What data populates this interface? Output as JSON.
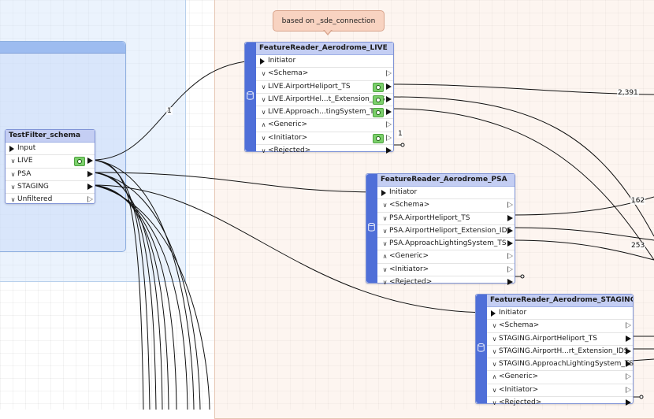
{
  "annotation": {
    "text": "based on _sde_connection"
  },
  "testfilter": {
    "title": "TestFilter_schema",
    "input": "Input",
    "outputs": [
      "LIVE",
      "PSA",
      "STAGING",
      "Unfiltered"
    ]
  },
  "reader_live": {
    "title": "FeatureReader_Aerodrome_LIVE",
    "initiator": "Initiator",
    "rows": [
      "<Schema>",
      "LIVE.AirportHeliport_TS",
      "LIVE.AirportHel...t_Extension_IDS",
      "LIVE.Approach...tingSystem_TS",
      "<Generic>",
      "<Initiator>",
      "<Rejected>"
    ]
  },
  "reader_psa": {
    "title": "FeatureReader_Aerodrome_PSA",
    "initiator": "Initiator",
    "rows": [
      "<Schema>",
      "PSA.AirportHeliport_TS",
      "PSA.AirportHeliport_Extension_IDS",
      "PSA.ApproachLightingSystem_TS",
      "<Generic>",
      "<Initiator>",
      "<Rejected>"
    ]
  },
  "reader_staging": {
    "title": "FeatureReader_Aerodrome_STAGING",
    "initiator": "Initiator",
    "rows": [
      "<Schema>",
      "STAGING.AirportHeliport_TS",
      "STAGING.AirportH...rt_Extension_IDS",
      "STAGING.ApproachLightingSystem_TS",
      "<Generic>",
      "<Initiator>",
      "<Rejected>"
    ]
  },
  "counts": {
    "live_link": "1",
    "live_initiator": "1",
    "live_heliport": "2,391",
    "psa_heliport": "162",
    "psa_extension": "253"
  },
  "colors": {
    "node_header": "#c4cef3",
    "reader_strip": "#4f6fd8",
    "port_enabled": "#7bd06b",
    "annotation": "#f8d3c1"
  }
}
